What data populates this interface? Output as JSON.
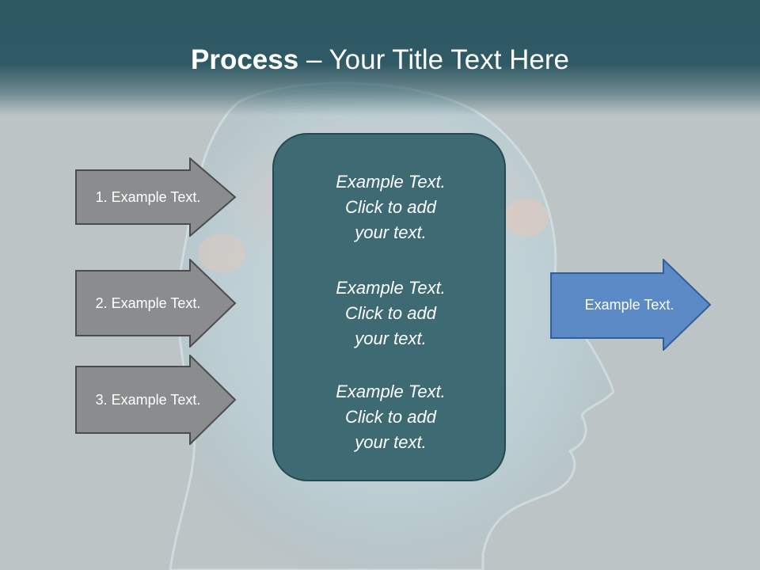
{
  "title": {
    "strong": "Process",
    "rest": " – Your Title Text Here"
  },
  "left_arrows": [
    {
      "label": "1. Example Text."
    },
    {
      "label": "2. Example Text."
    },
    {
      "label": "3. Example Text."
    }
  ],
  "center_blocks": [
    {
      "line1": "Example Text.",
      "line2": "Click  to add",
      "line3": "your text."
    },
    {
      "line1": "Example Text.",
      "line2": "Click  to add",
      "line3": "your text."
    },
    {
      "line1": "Example Text.",
      "line2": "Click  to add",
      "line3": "your text."
    }
  ],
  "right_arrow": {
    "label": "Example Text."
  },
  "colors": {
    "title_band": "#2e5862",
    "gray_arrow": "#8a8c8e",
    "center_box": "#3e6a74",
    "blue_arrow": "#5b8ac6"
  }
}
